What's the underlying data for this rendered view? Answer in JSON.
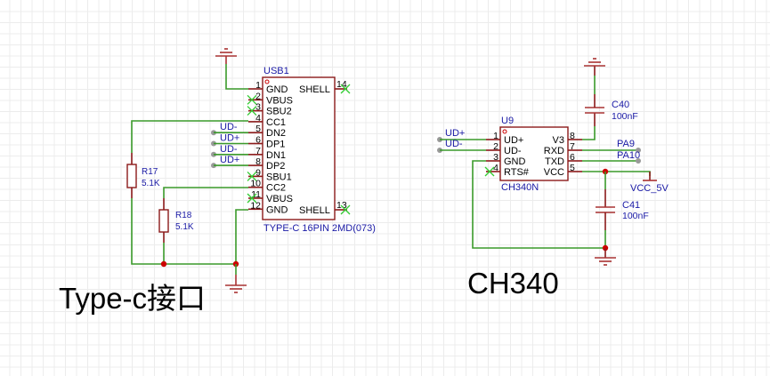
{
  "colors": {
    "wire": "#3a9a2a",
    "pin": "#8b1a1a",
    "junction": "#cc0000",
    "label": "#1a1aa6",
    "no_connect": "#33cc33",
    "grid": "#ececec"
  },
  "usb": {
    "ref": "USB1",
    "value": "TYPE-C 16PIN 2MD(073)",
    "left_pins": [
      {
        "num": "1",
        "name": "GND"
      },
      {
        "num": "2",
        "name": "VBUS"
      },
      {
        "num": "3",
        "name": "SBU2"
      },
      {
        "num": "4",
        "name": "CC1"
      },
      {
        "num": "5",
        "name": "DN2"
      },
      {
        "num": "6",
        "name": "DP1"
      },
      {
        "num": "7",
        "name": "DN1"
      },
      {
        "num": "8",
        "name": "DP2"
      },
      {
        "num": "9",
        "name": "SBU1"
      },
      {
        "num": "10",
        "name": "CC2"
      },
      {
        "num": "11",
        "name": "VBUS"
      },
      {
        "num": "12",
        "name": "GND"
      }
    ],
    "right_pins": [
      {
        "num": "14",
        "name": "SHELL"
      },
      {
        "num": "13",
        "name": "SHELL"
      }
    ],
    "net_labels": [
      "UD-",
      "UD+",
      "UD-",
      "UD+"
    ]
  },
  "resistors": [
    {
      "ref": "R17",
      "value": "5.1K"
    },
    {
      "ref": "R18",
      "value": "5.1K"
    }
  ],
  "ch340": {
    "ref": "U9",
    "value": "CH340N",
    "left_pins": [
      {
        "num": "1",
        "name": "UD+"
      },
      {
        "num": "2",
        "name": "UD-"
      },
      {
        "num": "3",
        "name": "GND"
      },
      {
        "num": "4",
        "name": "RTS#"
      }
    ],
    "right_pins": [
      {
        "num": "8",
        "name": "V3"
      },
      {
        "num": "7",
        "name": "RXD"
      },
      {
        "num": "6",
        "name": "TXD"
      },
      {
        "num": "5",
        "name": "VCC"
      }
    ],
    "net_labels_left": [
      "UD+",
      "UD-"
    ],
    "net_labels_right": [
      "PA9",
      "PA10"
    ]
  },
  "capacitors": [
    {
      "ref": "C40",
      "value": "100nF"
    },
    {
      "ref": "C41",
      "value": "100nF"
    }
  ],
  "power": {
    "vcc_label": "VCC_5V"
  },
  "titles": {
    "typec": "Type-c接口",
    "ch340": "CH340"
  }
}
